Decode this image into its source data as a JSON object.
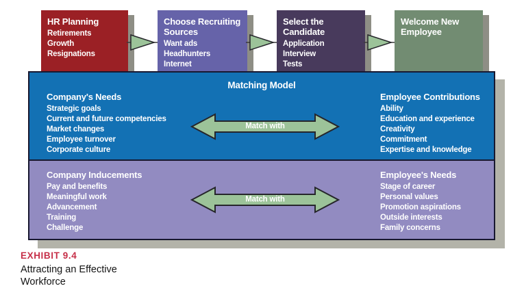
{
  "flow_steps": [
    {
      "title": "HR Planning",
      "items": [
        "Retirements",
        "Growth",
        "Resignations"
      ],
      "color": "#9b2025"
    },
    {
      "title": "Choose Recruiting Sources",
      "items": [
        "Want ads",
        "Headhunters",
        "Internet"
      ],
      "color": "#6663a9"
    },
    {
      "title": "Select the Candidate",
      "items": [
        "Application",
        "Interview",
        "Tests"
      ],
      "color": "#483a5c"
    },
    {
      "title": "Welcome New Employee",
      "items": [],
      "color": "#728c72"
    }
  ],
  "matching_model": {
    "title": "Matching Model",
    "sections": [
      {
        "background": "#1371b4",
        "left": {
          "title": "Company's Needs",
          "items": [
            "Strategic goals",
            "Current and future competencies",
            "Market changes",
            "Employee turnover",
            "Corporate culture"
          ]
        },
        "right": {
          "title": "Employee Contributions",
          "items": [
            "Ability",
            "Education and experience",
            "Creativity",
            "Commitment",
            "Expertise and knowledge"
          ]
        },
        "arrow_label": "Match with"
      },
      {
        "background": "#928bc1",
        "left": {
          "title": "Company Inducements",
          "items": [
            "Pay and benefits",
            "Meaningful work",
            "Advancement",
            "Training",
            "Challenge"
          ]
        },
        "right": {
          "title": "Employee's Needs",
          "items": [
            "Stage of career",
            "Personal values",
            "Promotion aspirations",
            "Outside interests",
            "Family concerns"
          ]
        },
        "arrow_label": "Match with"
      }
    ]
  },
  "caption": {
    "exhibit_label": "EXHIBIT 9.4",
    "title_line1": "Attracting an Effective",
    "title_line2": "Workforce"
  },
  "colors": {
    "arrow_fill": "#9cc399",
    "arrow_stroke": "#26262b",
    "box_shadow_small": "#8e8e85",
    "box_shadow_large": "#b3b3a9",
    "border_dark": "#181830",
    "exhibit_red": "#c62f48"
  }
}
